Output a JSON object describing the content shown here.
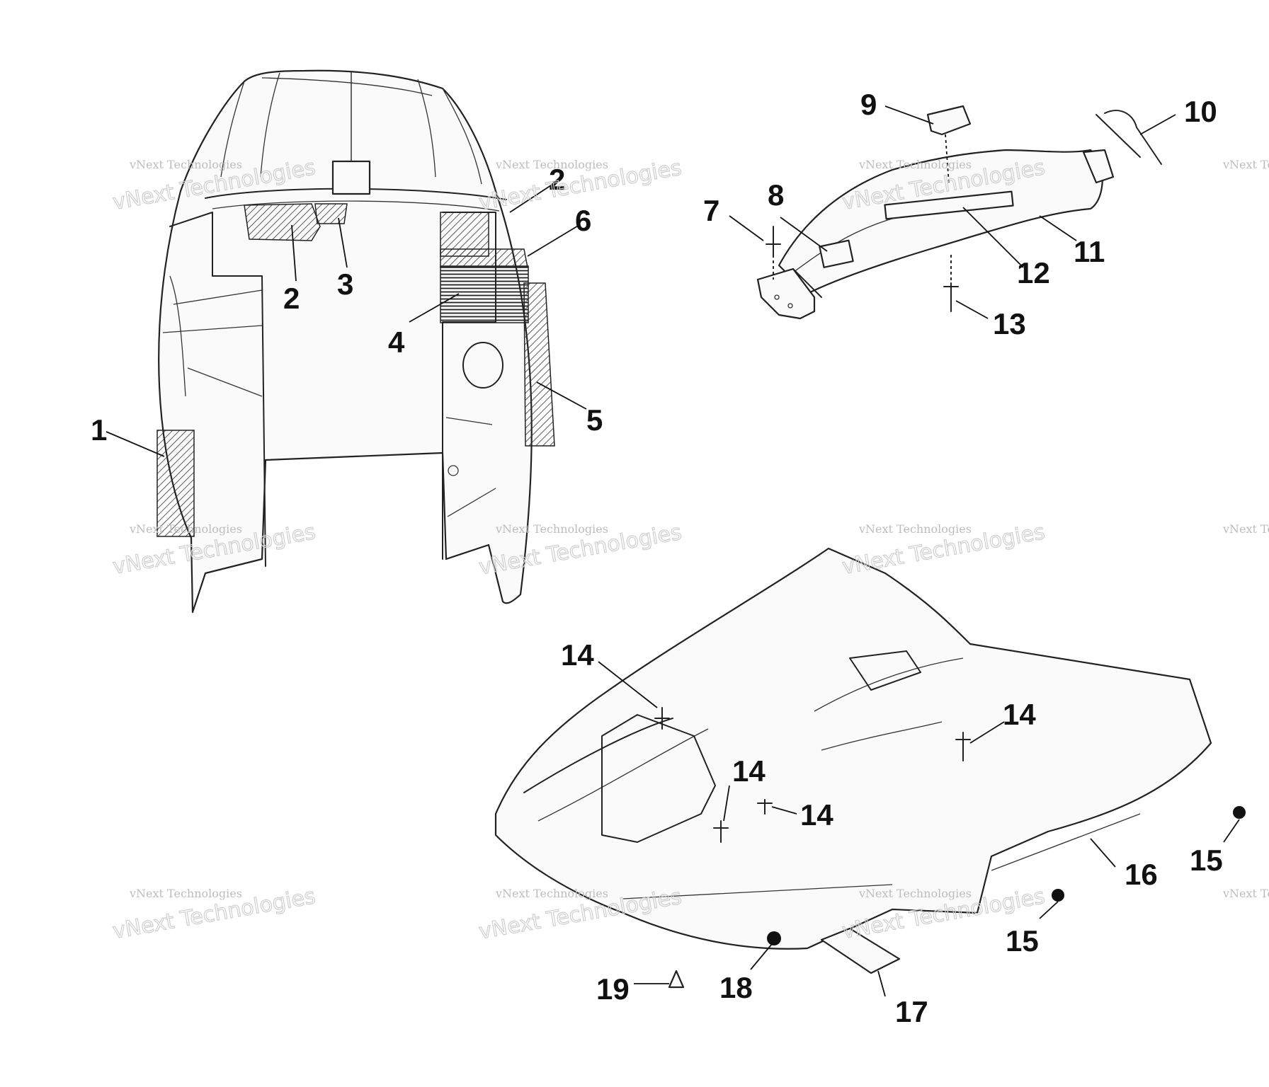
{
  "diagram": {
    "watermark": {
      "small": "vNext Technologies",
      "big": "vNext Technologies"
    },
    "callouts": [
      {
        "id": "c1",
        "label": "1"
      },
      {
        "id": "c2a",
        "label": "2"
      },
      {
        "id": "c2b",
        "label": "2"
      },
      {
        "id": "c3",
        "label": "3"
      },
      {
        "id": "c4",
        "label": "4"
      },
      {
        "id": "c5",
        "label": "5"
      },
      {
        "id": "c6",
        "label": "6"
      },
      {
        "id": "c7",
        "label": "7"
      },
      {
        "id": "c8",
        "label": "8"
      },
      {
        "id": "c9",
        "label": "9"
      },
      {
        "id": "c10",
        "label": "10"
      },
      {
        "id": "c11",
        "label": "11"
      },
      {
        "id": "c12",
        "label": "12"
      },
      {
        "id": "c13",
        "label": "13"
      },
      {
        "id": "c14a",
        "label": "14"
      },
      {
        "id": "c14b",
        "label": "14"
      },
      {
        "id": "c14c",
        "label": "14"
      },
      {
        "id": "c14d",
        "label": "14"
      },
      {
        "id": "c15a",
        "label": "15"
      },
      {
        "id": "c15b",
        "label": "15"
      },
      {
        "id": "c16",
        "label": "16"
      },
      {
        "id": "c17",
        "label": "17"
      },
      {
        "id": "c18",
        "label": "18"
      },
      {
        "id": "c19",
        "label": "19"
      }
    ]
  }
}
